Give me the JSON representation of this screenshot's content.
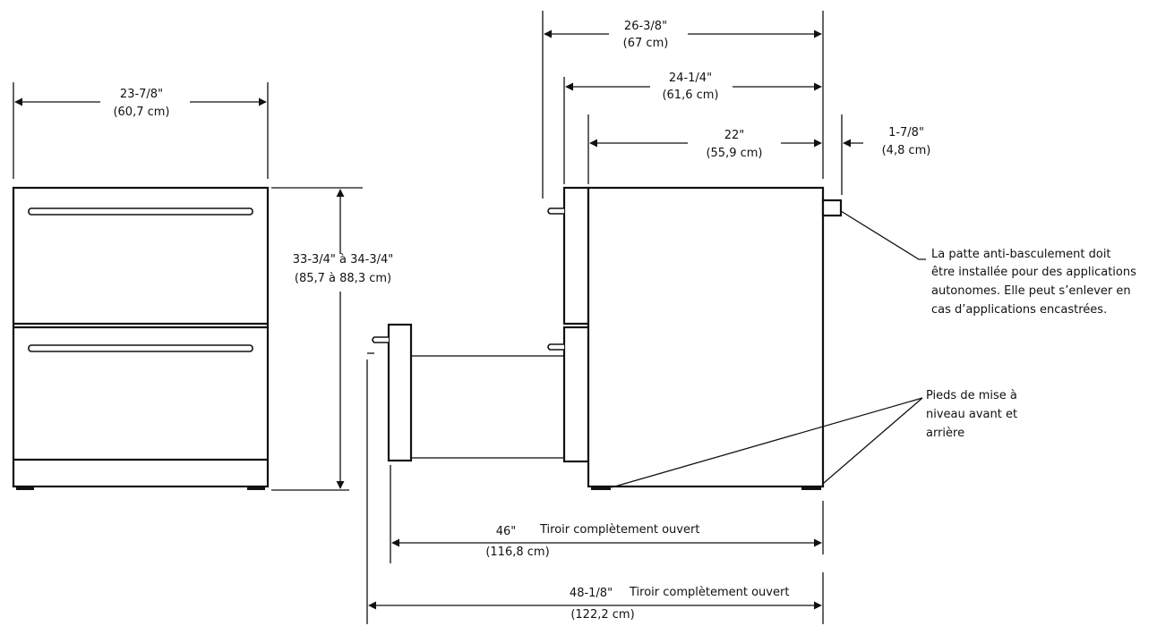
{
  "dimensions": {
    "front_width": {
      "imperial": "23-7/8\"",
      "metric": "(60,7 cm)"
    },
    "height": {
      "imperial": "33-3/4\" à 34-3/4\"",
      "metric": "(85,7 à 88,3 cm)"
    },
    "depth_overall": {
      "imperial": "26-3/8\"",
      "metric": "(67 cm)"
    },
    "depth_with_front": {
      "imperial": "24-1/4\"",
      "metric": "(61,6 cm)"
    },
    "depth_cabinet": {
      "imperial": "22\"",
      "metric": "(55,9 cm)"
    },
    "bracket_depth": {
      "imperial": "1-7/8\"",
      "metric": "(4,8 cm)"
    },
    "open_depth_46": {
      "imperial": "46\"",
      "metric": "(116,8 cm)",
      "note": "Tiroir complètement ouvert"
    },
    "open_depth_48": {
      "imperial": "48-1/8\"",
      "metric": "(122,2 cm)",
      "note": "Tiroir complètement ouvert"
    }
  },
  "callouts": {
    "anti_tip": [
      "La patte anti-basculement doit",
      "être installée pour des applications",
      "autonomes. Elle peut s’enlever en",
      "cas d’applications encastrées."
    ],
    "leveling_legs": [
      "Pieds de mise à",
      "niveau avant et",
      "arrière"
    ]
  }
}
